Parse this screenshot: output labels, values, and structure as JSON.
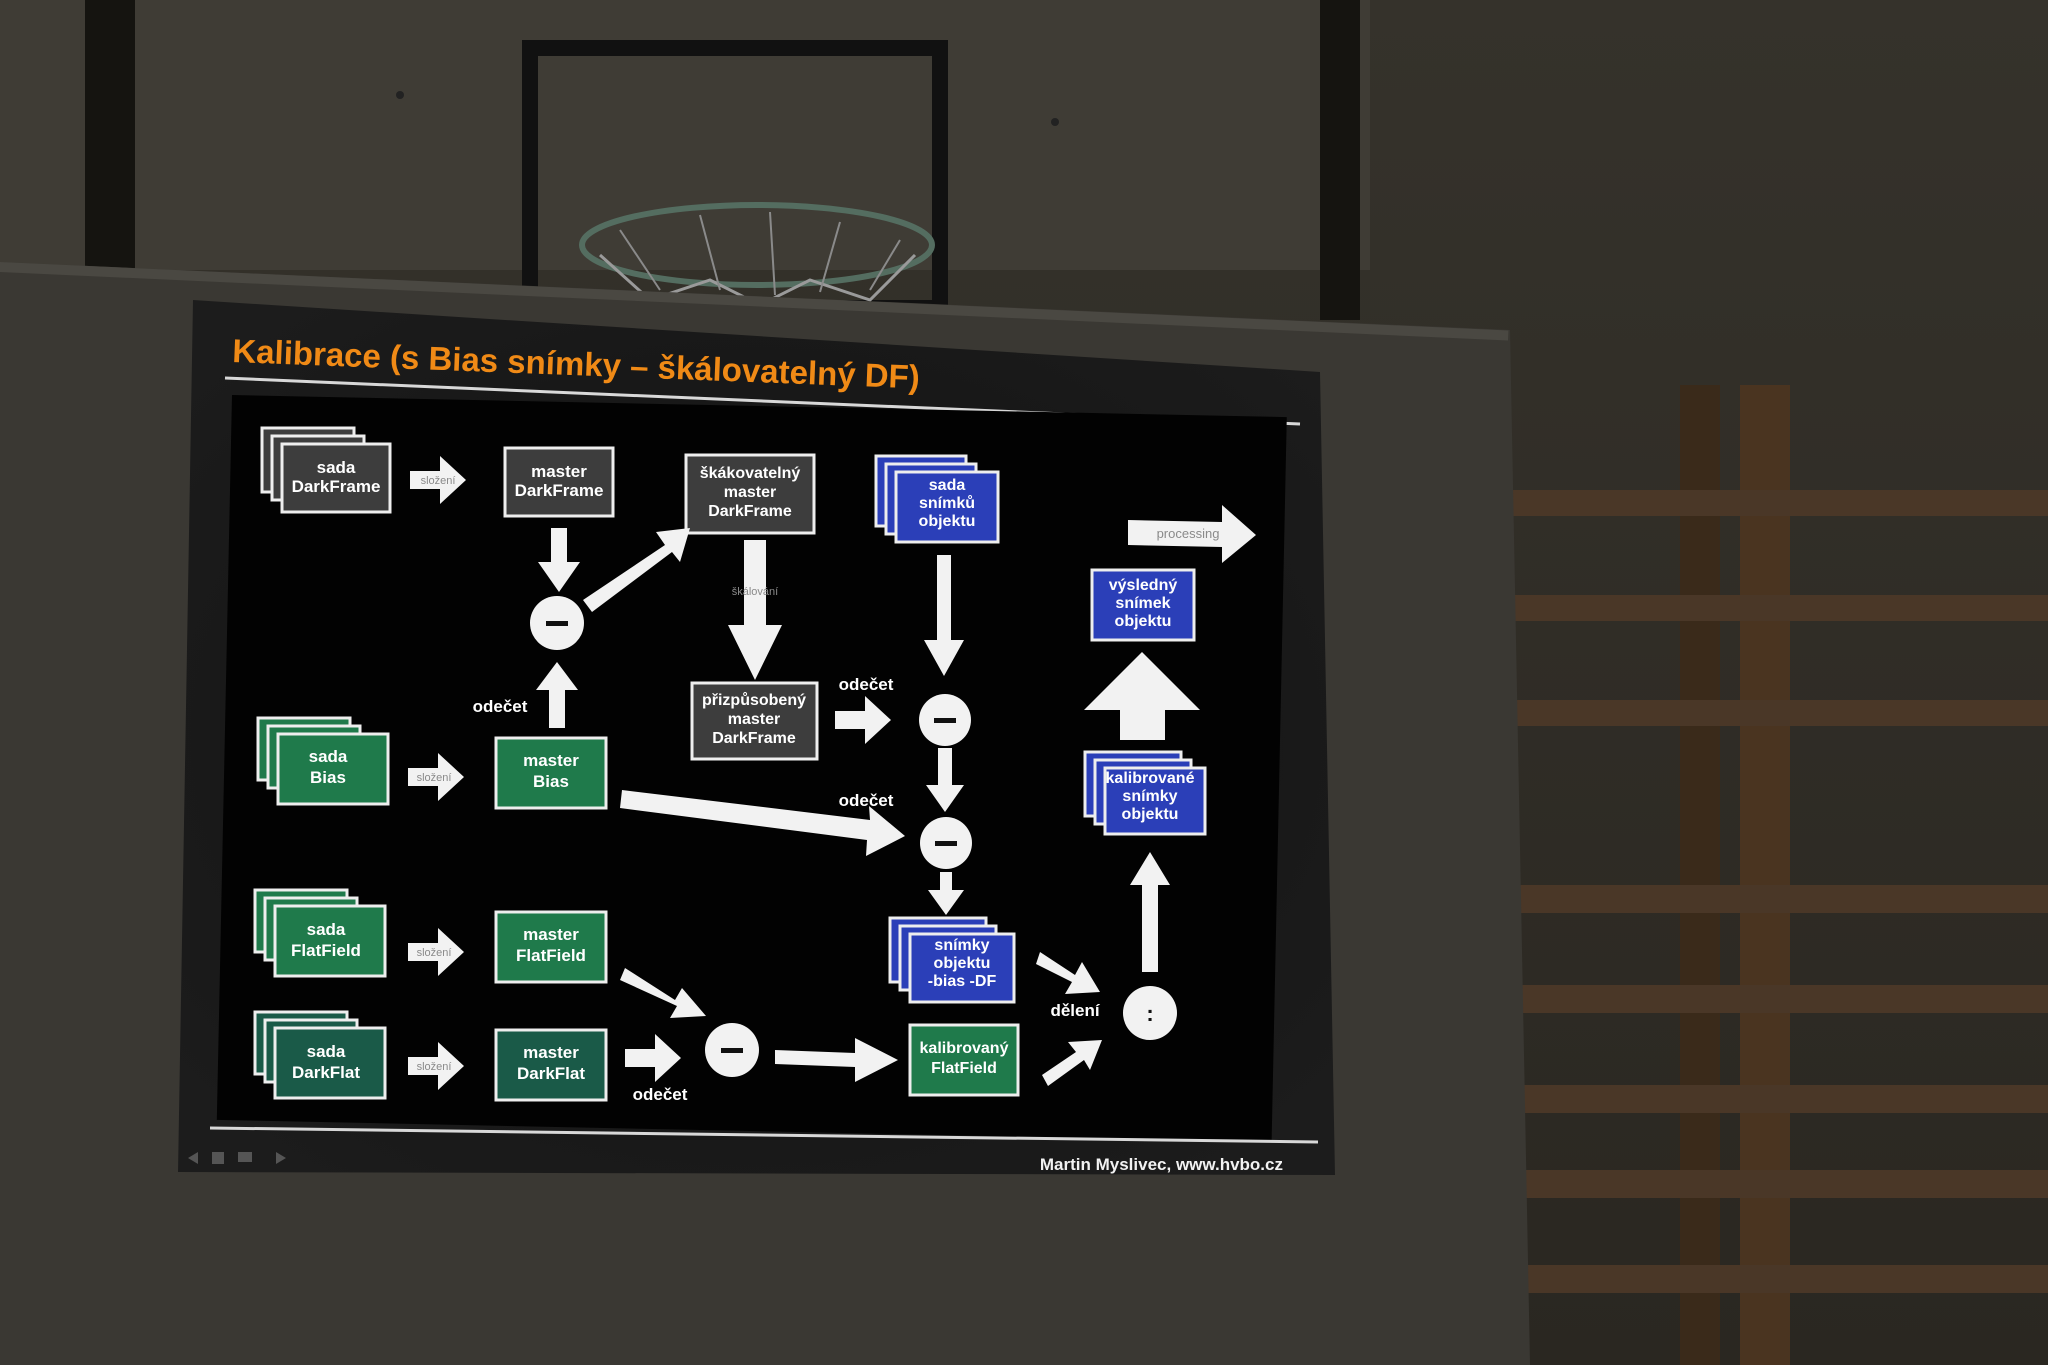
{
  "slide": {
    "title": "Kalibrace (s Bias snímky – škálovatelný DF)",
    "footer": "Martin Myslivec,  www.hvbo.cz"
  },
  "boxes": {
    "sada_darkframe": [
      "sada",
      "DarkFrame"
    ],
    "master_darkframe": [
      "master",
      "DarkFrame"
    ],
    "skalovatelny_df": [
      "škákovatelný",
      "master",
      "DarkFrame"
    ],
    "sada_snimku": [
      "sada",
      "snímků",
      "objektu"
    ],
    "prizpusobeny_df": [
      "přizpůsobený",
      "master",
      "DarkFrame"
    ],
    "sada_bias": [
      "sada",
      "Bias"
    ],
    "master_bias": [
      "master",
      "Bias"
    ],
    "sada_flatfield": [
      "sada",
      "FlatField"
    ],
    "master_flatfield": [
      "master",
      "FlatField"
    ],
    "sada_darkflat": [
      "sada",
      "DarkFlat"
    ],
    "master_darkflat": [
      "master",
      "DarkFlat"
    ],
    "snimky_objektu": [
      "snímky",
      "objektu",
      "-bias -DF"
    ],
    "kalibrovany_ff": [
      "kalibrovaný",
      "FlatField"
    ],
    "kalibrovane_snimky": [
      "kalibrované",
      "snímky",
      "objektu"
    ],
    "vysledny_snimek": [
      "výsledný",
      "snímek",
      "objektu"
    ]
  },
  "labels": {
    "odecet": "odečet",
    "deleni": "dělení",
    "slozeni": "složení",
    "processing": "processing",
    "minus": "–",
    "divide": ":"
  },
  "colors": {
    "gray_box": "#3d3d3d",
    "green_box": "#1f7a4b",
    "blue_box": "#2b3fb8",
    "title": "#f08a16",
    "slide_bg": "#050505"
  }
}
